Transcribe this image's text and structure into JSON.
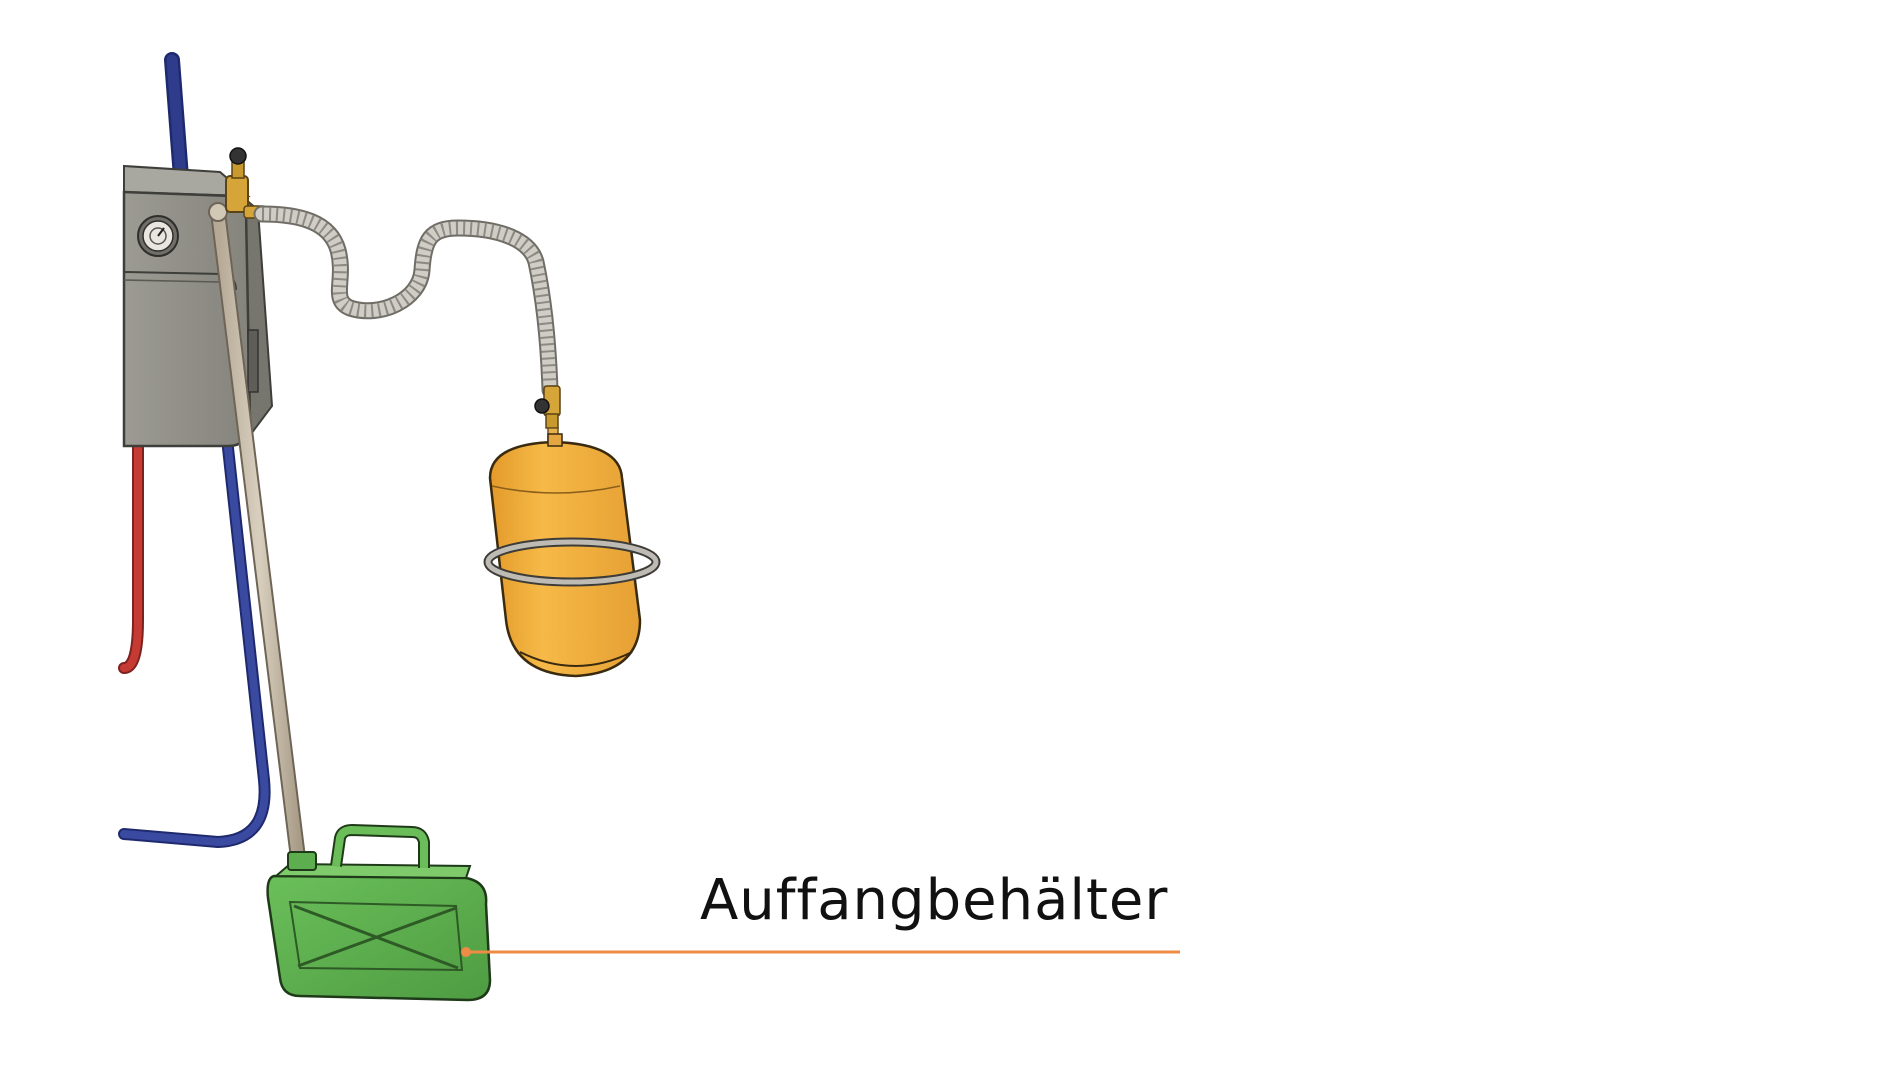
{
  "callout": {
    "label": "Auffangbehälter",
    "line_color": "#EE8B45"
  },
  "colors": {
    "background": "#FFFFFF",
    "boiler_body": "#8F8E85",
    "boiler_front": "#A09F97",
    "pipe_cold": "#2F3C8C",
    "pipe_hot": "#C63A34",
    "drain_pipe": "#C7BBA8",
    "flex_hose": "#C9C7BF",
    "expansion_vessel": "#F2AE3C",
    "canister": "#5DAE4E",
    "valve_brass": "#D6A53A"
  },
  "icons": {
    "boiler": "boiler-unit",
    "gauge": "pressure-gauge-icon",
    "valve": "safety-valve-icon",
    "vessel": "expansion-vessel",
    "canister": "jerry-can"
  }
}
